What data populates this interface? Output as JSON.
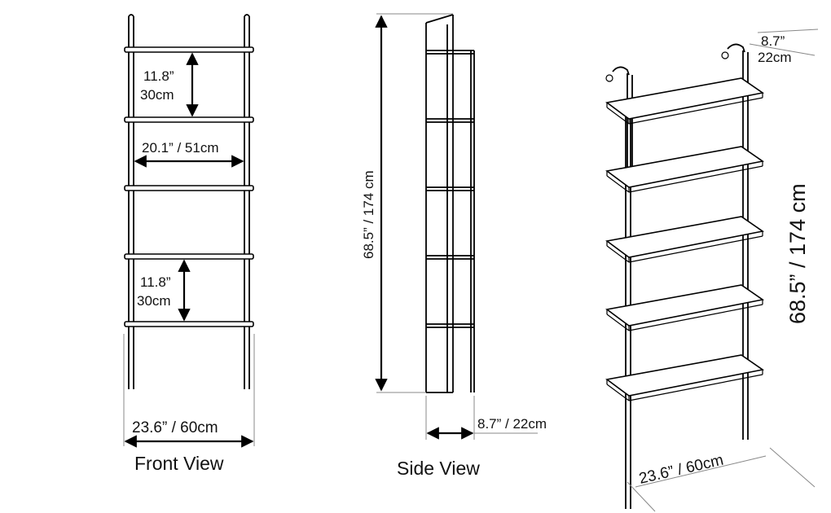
{
  "front_view": {
    "title": "Front View",
    "gap_top_in": "11.8”",
    "gap_top_cm": "30cm",
    "inner_width": "20.1” / 51cm",
    "gap_bottom_in": "11.8”",
    "gap_bottom_cm": "30cm",
    "total_width": "23.6” / 60cm"
  },
  "side_view": {
    "title": "Side View",
    "height": "68.5” / 174 cm",
    "depth": "8.7” / 22cm"
  },
  "perspective_view": {
    "depth_in": "8.7”",
    "depth_cm": "22cm",
    "height": "68.5” / 174 cm",
    "width": "23.6” / 60cm"
  }
}
